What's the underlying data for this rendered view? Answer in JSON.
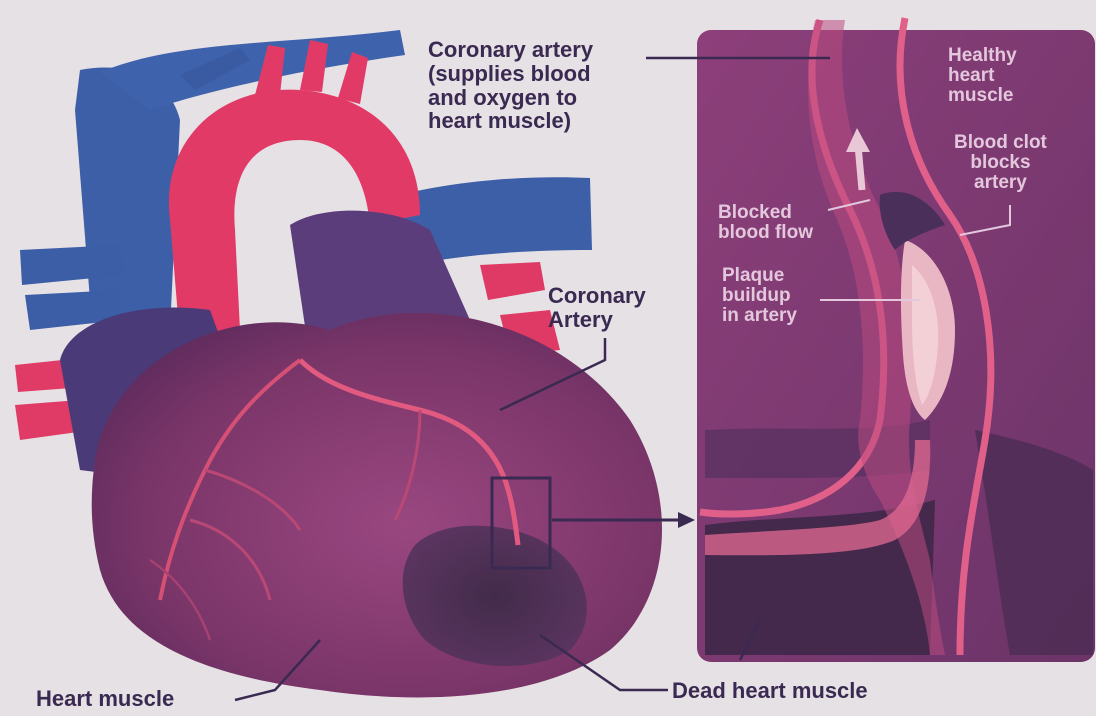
{
  "diagram": {
    "labels": {
      "coronary_artery_top": "Coronary artery\n(supplies blood\nand oxygen to\nheart muscle)",
      "coronary_artery_mid": "Coronary\nArtery",
      "heart_muscle": "Heart muscle",
      "dead_heart_muscle": "Dead heart muscle",
      "healthy_heart_muscle": "Healthy\nheart\nmuscle",
      "blood_clot": "Blood clot\nblocks\nartery",
      "blocked_blood_flow": "Blocked\nblood flow",
      "plaque_buildup": "Plaque\nbuildup\nin artery"
    },
    "colors": {
      "background": "#e6e1e4",
      "vein_blue": "#3d5fa8",
      "aorta_red": "#e23a67",
      "heart_muscle": "#8a3c72",
      "dead_muscle": "#4a2e4e",
      "inset_fill": "#7c3a72",
      "plaque": "#e9b6c4",
      "label_dark": "#3a2a52",
      "label_light": "#e3c7dc"
    }
  }
}
